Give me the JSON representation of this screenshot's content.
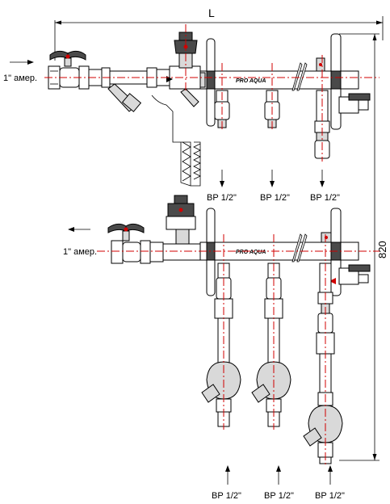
{
  "dimensions": {
    "width_label": "L",
    "height_label": "820"
  },
  "connections": {
    "inlet_label": "1\" амер.",
    "outlet_label": "1\" амер."
  },
  "brand": {
    "supply_manifold_logo": "PRO AQUA",
    "return_manifold_logo": "PRO AQUA"
  },
  "outlets": {
    "middle_labels": [
      "ВР 1/2\"",
      "ВР 1/2\"",
      "ВР 1/2\""
    ],
    "bottom_labels": [
      "ВР 1/2\"",
      "ВР 1/2\"",
      "ВР 1/2\""
    ]
  },
  "colors": {
    "centerline": "#d00000",
    "line": "#000000",
    "shade": "#d9d9d9"
  }
}
